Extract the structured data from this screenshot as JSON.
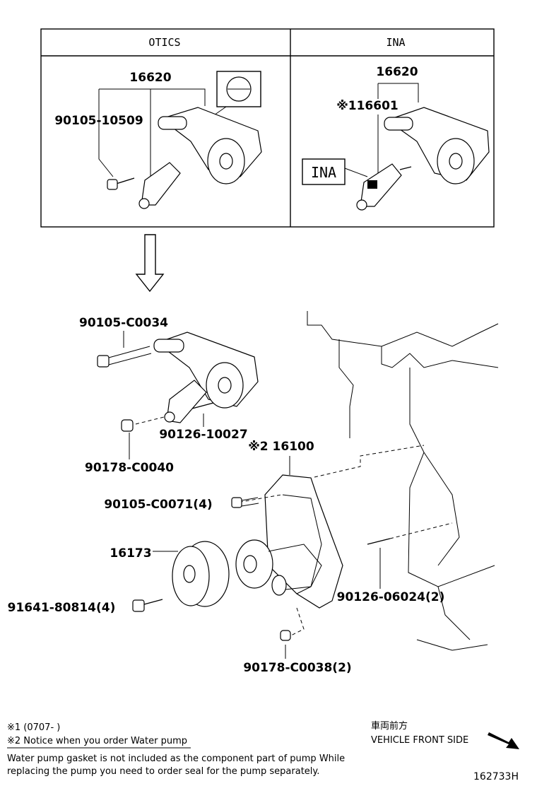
{
  "table": {
    "header_left": "OTICS",
    "header_right": "INA"
  },
  "labels": {
    "otics_assy": "16620",
    "otics_bolt": "90105-10509",
    "ina_assy": "16620",
    "ina_tensioner": "※116601",
    "ina_tag": "INA",
    "bolt_top": "90105-C0034",
    "stud": "90126-10027",
    "nut_top": "90178-C0040",
    "water_pump": "※2 16100",
    "pump_bolt": "90105-C0071(4)",
    "pulley": "16173",
    "pulley_bolt": "91641-80814(4)",
    "block_stud": "90126-06024(2)",
    "pump_nut": "90178-C0038(2)"
  },
  "notes": {
    "note1": "※1 (0707-    )",
    "note2": "※2 Notice when you order Water pump",
    "line3": "Water pump gasket is not included as the component part of pump While",
    "line4": "replacing the pump you need to order seal for the pump separately."
  },
  "direction": {
    "jp": "車両前方",
    "en": "VEHICLE FRONT SIDE"
  },
  "figure_id": "162733H"
}
